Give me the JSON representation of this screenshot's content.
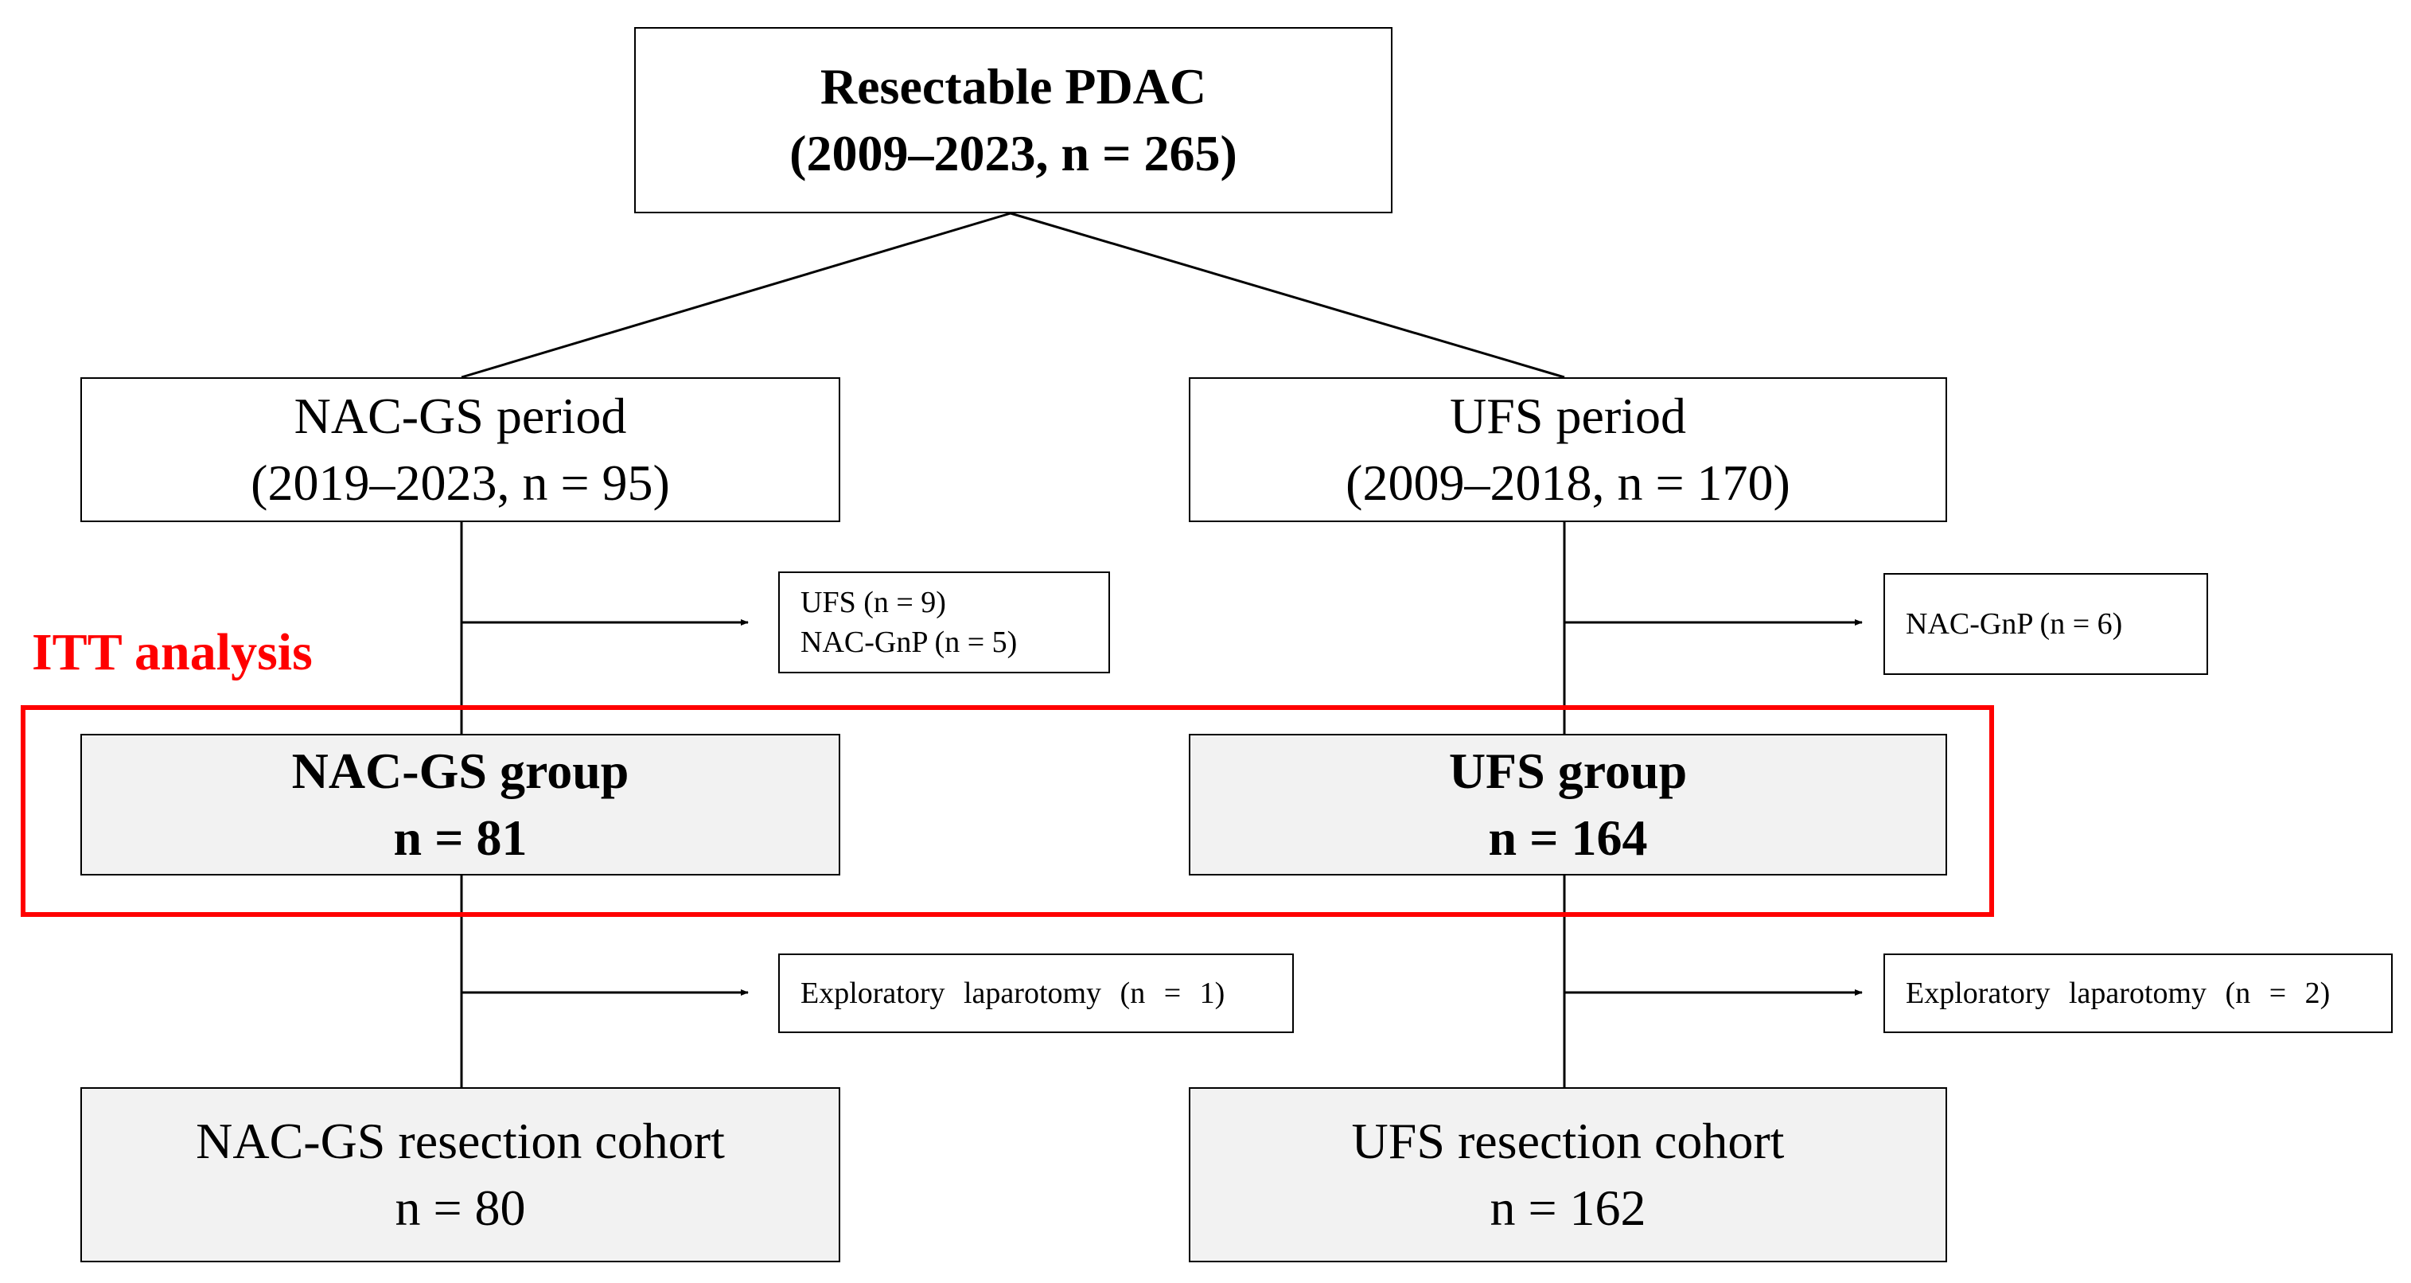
{
  "top": {
    "line1": "Resectable PDAC",
    "line2": "(2009–2023, n = 265)"
  },
  "left_period": {
    "line1": "NAC-GS period",
    "line2": "(2019–2023, n = 95)"
  },
  "right_period": {
    "line1": "UFS period",
    "line2": "(2009–2018, n = 170)"
  },
  "left_excluded": {
    "line1": "UFS (n = 9)",
    "line2": "NAC-GnP (n = 5)"
  },
  "right_excluded": {
    "line1": "NAC-GnP (n = 6)"
  },
  "itt_label": "ITT analysis",
  "left_group": {
    "line1": "NAC-GS group",
    "line2": "n = 81"
  },
  "right_group": {
    "line1": "UFS group",
    "line2": "n = 164"
  },
  "left_explor": {
    "line1": "Exploratory laparotomy (n = 1)"
  },
  "right_explor": {
    "line1": "Exploratory laparotomy (n = 2)"
  },
  "left_cohort": {
    "line1": "NAC-GS resection cohort",
    "line2": "n = 80"
  },
  "right_cohort": {
    "line1": "UFS resection cohort",
    "line2": "n = 162"
  },
  "colors": {
    "itt_highlight": "#ff0000",
    "group_fill": "#f2f2f2",
    "border": "#000000"
  }
}
